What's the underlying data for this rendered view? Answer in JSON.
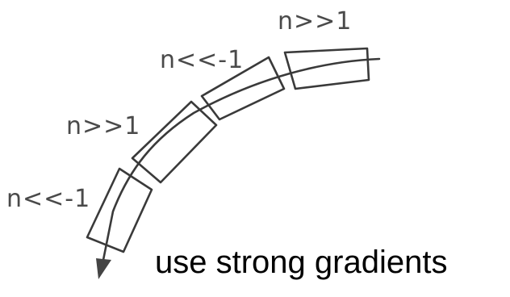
{
  "labels": {
    "magnet_1": "n<<-1",
    "magnet_2": "n>>1",
    "magnet_3": "n<<-1",
    "magnet_4": "n>>1"
  },
  "caption": "use strong gradients",
  "colors": {
    "ink": "#3a3a3a",
    "caption": "#000000",
    "background": "#ffffff"
  }
}
